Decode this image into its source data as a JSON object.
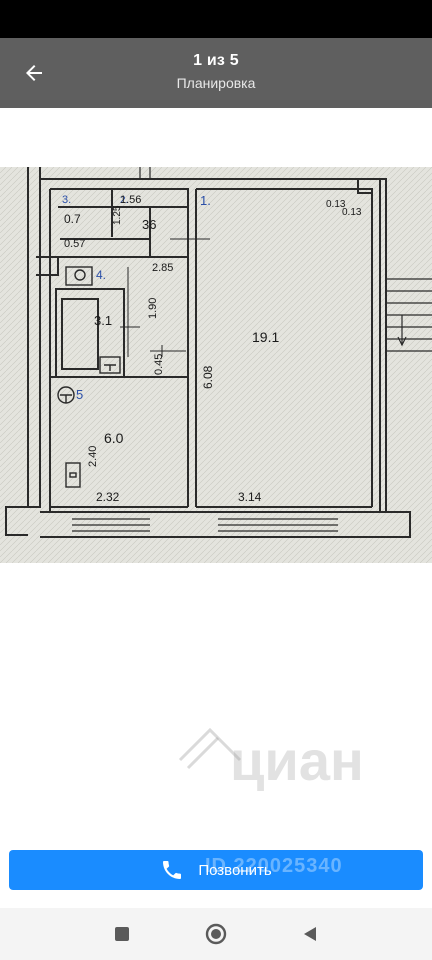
{
  "header": {
    "counter": "1 из 5",
    "subtitle": "Планировка"
  },
  "floorplan": {
    "rooms": {
      "r1": "1.",
      "r2": "2.",
      "r3": "3.",
      "r4": "4.",
      "r5": "5"
    },
    "areas": {
      "main_room": "19.1",
      "kitchen": "6.0",
      "bathroom": "3.1",
      "hall": "36",
      "closet": "0.7"
    },
    "dims": {
      "d156": "1.56",
      "d125": "1.25",
      "d057": "0.57",
      "d285": "2.85",
      "d190": "1.90",
      "d045": "0.45",
      "d608": "6.08",
      "d240": "2.40",
      "d232": "2.32",
      "d314": "3.14",
      "d013": "0.13",
      "d013b": "0.13"
    }
  },
  "watermark": {
    "brand": "циан",
    "listing_id": "ID 220025340"
  },
  "actions": {
    "call_label": "Позвонить"
  },
  "colors": {
    "app_bar": "#5f5f5f",
    "call_button": "#1a8cff",
    "plan_paper": "#e4e4de"
  },
  "icons": {
    "back": "arrow-left-icon",
    "phone": "phone-icon",
    "recents": "square-icon",
    "home": "circle-icon",
    "back_nav": "triangle-icon"
  }
}
